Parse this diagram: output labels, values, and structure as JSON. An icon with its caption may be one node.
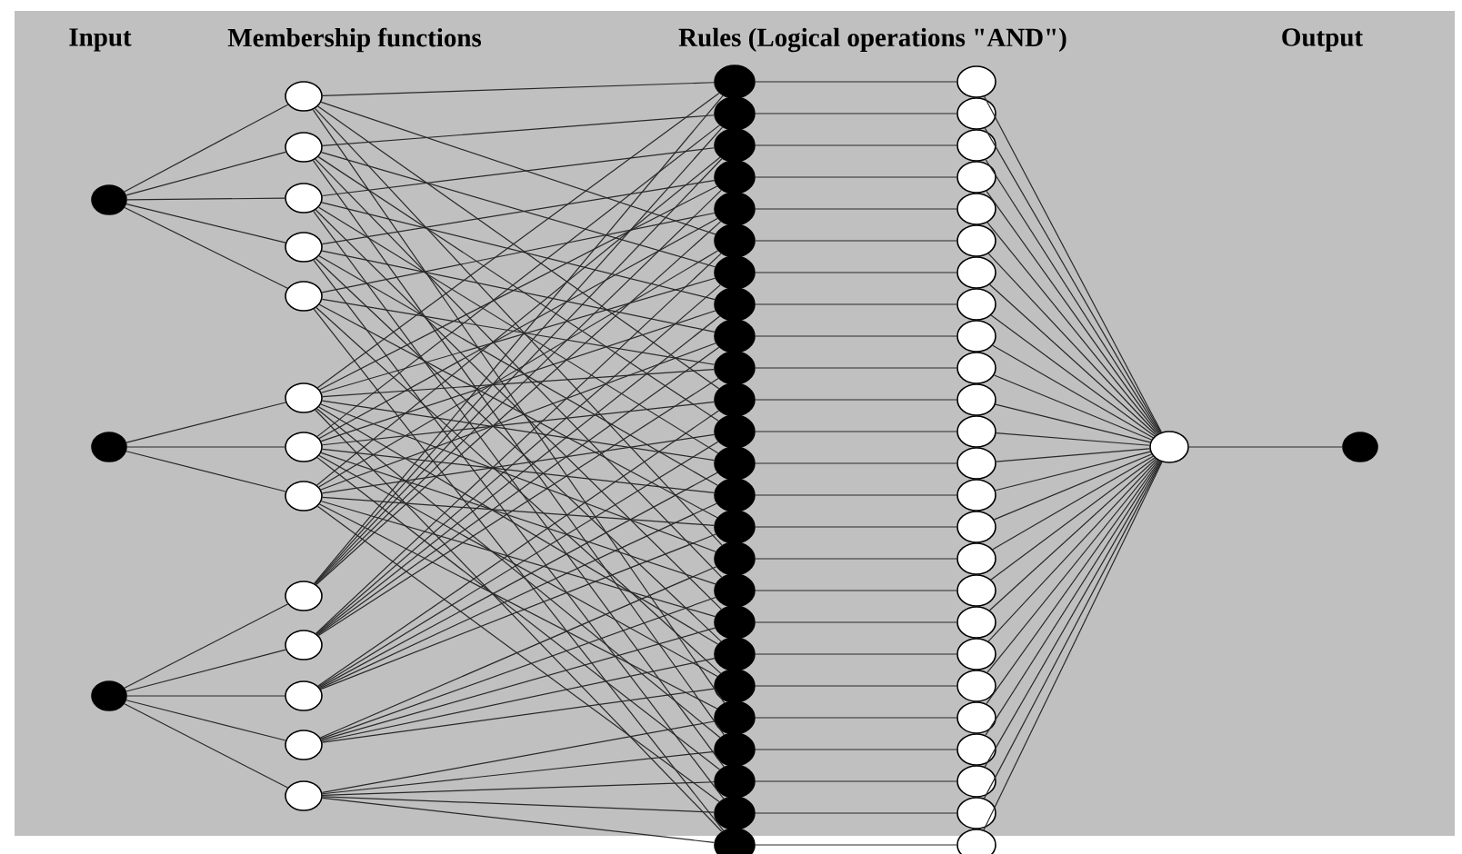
{
  "diagram": {
    "nodes": [
      {
        "text": [],
        "shape": "circle"
      },
      {
        "text": [],
        "shape": "circle"
      },
      {
        "text": [],
        "shape": "circle"
      },
      {
        "text": [],
        "shape": "circle"
      },
      {
        "text": [],
        "shape": "circle"
      },
      {
        "text": [],
        "shape": "circle"
      },
      {
        "text": [],
        "shape": "circle"
      },
      {
        "text": [],
        "shape": "circle"
      },
      {
        "text": [],
        "shape": "circle"
      },
      {
        "text": [],
        "shape": "circle"
      },
      {
        "text": [],
        "shape": "circle"
      },
      {
        "text": [],
        "shape": "circle"
      },
      {
        "text": [],
        "shape": "circle"
      },
      {
        "text": [],
        "shape": "circle"
      },
      {
        "text": [],
        "shape": "circle"
      },
      {
        "text": [],
        "shape": "circle"
      },
      {
        "text": [],
        "shape": "circle"
      },
      {
        "text": [],
        "shape": "circle"
      },
      {
        "text": [],
        "shape": "circle"
      },
      {
        "text": [],
        "shape": "circle"
      },
      {
        "text": [],
        "shape": "circle"
      },
      {
        "text": [],
        "shape": "circle"
      },
      {
        "text": [],
        "shape": "circle"
      },
      {
        "text": [],
        "shape": "circle"
      },
      {
        "text": [],
        "shape": "circle"
      },
      {
        "text": [],
        "shape": "circle"
      },
      {
        "text": [],
        "shape": "circle"
      },
      {
        "text": [],
        "shape": "circle"
      },
      {
        "text": [],
        "shape": "circle"
      },
      {
        "text": [],
        "shape": "circle"
      },
      {
        "text": [],
        "shape": "circle"
      },
      {
        "text": [],
        "shape": "circle"
      },
      {
        "text": [],
        "shape": "circle"
      },
      {
        "text": [],
        "shape": "circle"
      },
      {
        "text": [],
        "shape": "circle"
      },
      {
        "text": [],
        "shape": "circle"
      },
      {
        "text": [],
        "shape": "circle"
      },
      {
        "text": [],
        "shape": "circle"
      },
      {
        "text": [],
        "shape": "circle"
      },
      {
        "text": [],
        "shape": "circle"
      },
      {
        "text": [],
        "shape": "circle"
      },
      {
        "text": [],
        "shape": "circle"
      },
      {
        "text": [],
        "shape": "circle"
      },
      {
        "text": [],
        "shape": "circle"
      },
      {
        "text": [],
        "shape": "circle"
      },
      {
        "text": [],
        "shape": "circle"
      },
      {
        "text": [],
        "shape": "circle"
      },
      {
        "text": [],
        "shape": "circle"
      },
      {
        "text": [],
        "shape": "circle"
      },
      {
        "text": [],
        "shape": "circle"
      },
      {
        "text": [],
        "shape": "circle"
      },
      {
        "text": [],
        "shape": "circle"
      },
      {
        "text": [],
        "shape": "circle"
      },
      {
        "text": [],
        "shape": "circle"
      },
      {
        "text": [],
        "shape": "circle"
      },
      {
        "text": [],
        "shape": "circle"
      },
      {
        "text": [],
        "shape": "circle"
      },
      {
        "text": [],
        "shape": "circle"
      },
      {
        "text": [],
        "shape": "circle"
      },
      {
        "text": [],
        "shape": "circle"
      },
      {
        "text": [],
        "shape": "circle"
      },
      {
        "text": [],
        "shape": "circle"
      },
      {
        "text": [],
        "shape": "circle"
      },
      {
        "text": [],
        "shape": "circle"
      },
      {
        "text": [],
        "shape": "circle"
      },
      {
        "text": [],
        "shape": "circle"
      },
      {
        "text": [],
        "shape": "circle"
      },
      {
        "text": [],
        "shape": "circle"
      }
    ],
    "edges": [
      {
        "from": 0,
        "to": 3,
        "arrow": "none"
      },
      {
        "from": 0,
        "to": 4,
        "arrow": "none"
      },
      {
        "from": 0,
        "to": 5,
        "arrow": "none"
      },
      {
        "from": 0,
        "to": 6,
        "arrow": "none"
      },
      {
        "from": 0,
        "to": 7,
        "arrow": "none"
      },
      {
        "from": 1,
        "to": 8,
        "arrow": "none"
      },
      {
        "from": 1,
        "to": 9,
        "arrow": "none"
      },
      {
        "from": 1,
        "to": 10,
        "arrow": "none"
      },
      {
        "from": 2,
        "to": 11,
        "arrow": "none"
      },
      {
        "from": 2,
        "to": 12,
        "arrow": "none"
      },
      {
        "from": 2,
        "to": 13,
        "arrow": "none"
      },
      {
        "from": 2,
        "to": 14,
        "arrow": "none"
      },
      {
        "from": 2,
        "to": 15,
        "arrow": "none"
      },
      {
        "from": 3,
        "to": 16,
        "arrow": "none"
      },
      {
        "from": 8,
        "to": 16,
        "arrow": "none"
      },
      {
        "from": 11,
        "to": 16,
        "arrow": "none"
      },
      {
        "from": 4,
        "to": 17,
        "arrow": "none"
      },
      {
        "from": 9,
        "to": 17,
        "arrow": "none"
      },
      {
        "from": 11,
        "to": 17,
        "arrow": "none"
      },
      {
        "from": 5,
        "to": 18,
        "arrow": "none"
      },
      {
        "from": 10,
        "to": 18,
        "arrow": "none"
      },
      {
        "from": 11,
        "to": 18,
        "arrow": "none"
      },
      {
        "from": 6,
        "to": 19,
        "arrow": "none"
      },
      {
        "from": 8,
        "to": 19,
        "arrow": "none"
      },
      {
        "from": 11,
        "to": 19,
        "arrow": "none"
      },
      {
        "from": 7,
        "to": 20,
        "arrow": "none"
      },
      {
        "from": 9,
        "to": 20,
        "arrow": "none"
      },
      {
        "from": 11,
        "to": 20,
        "arrow": "none"
      },
      {
        "from": 3,
        "to": 21,
        "arrow": "none"
      },
      {
        "from": 10,
        "to": 21,
        "arrow": "none"
      },
      {
        "from": 12,
        "to": 21,
        "arrow": "none"
      },
      {
        "from": 4,
        "to": 22,
        "arrow": "none"
      },
      {
        "from": 8,
        "to": 22,
        "arrow": "none"
      },
      {
        "from": 12,
        "to": 22,
        "arrow": "none"
      },
      {
        "from": 5,
        "to": 23,
        "arrow": "none"
      },
      {
        "from": 9,
        "to": 23,
        "arrow": "none"
      },
      {
        "from": 12,
        "to": 23,
        "arrow": "none"
      },
      {
        "from": 6,
        "to": 24,
        "arrow": "none"
      },
      {
        "from": 10,
        "to": 24,
        "arrow": "none"
      },
      {
        "from": 12,
        "to": 24,
        "arrow": "none"
      },
      {
        "from": 7,
        "to": 25,
        "arrow": "none"
      },
      {
        "from": 8,
        "to": 25,
        "arrow": "none"
      },
      {
        "from": 12,
        "to": 25,
        "arrow": "none"
      },
      {
        "from": 3,
        "to": 26,
        "arrow": "none"
      },
      {
        "from": 9,
        "to": 26,
        "arrow": "none"
      },
      {
        "from": 13,
        "to": 26,
        "arrow": "none"
      },
      {
        "from": 4,
        "to": 27,
        "arrow": "none"
      },
      {
        "from": 10,
        "to": 27,
        "arrow": "none"
      },
      {
        "from": 13,
        "to": 27,
        "arrow": "none"
      },
      {
        "from": 5,
        "to": 28,
        "arrow": "none"
      },
      {
        "from": 8,
        "to": 28,
        "arrow": "none"
      },
      {
        "from": 13,
        "to": 28,
        "arrow": "none"
      },
      {
        "from": 6,
        "to": 29,
        "arrow": "none"
      },
      {
        "from": 9,
        "to": 29,
        "arrow": "none"
      },
      {
        "from": 13,
        "to": 29,
        "arrow": "none"
      },
      {
        "from": 7,
        "to": 30,
        "arrow": "none"
      },
      {
        "from": 10,
        "to": 30,
        "arrow": "none"
      },
      {
        "from": 13,
        "to": 30,
        "arrow": "none"
      },
      {
        "from": 3,
        "to": 31,
        "arrow": "none"
      },
      {
        "from": 8,
        "to": 31,
        "arrow": "none"
      },
      {
        "from": 14,
        "to": 31,
        "arrow": "none"
      },
      {
        "from": 4,
        "to": 32,
        "arrow": "none"
      },
      {
        "from": 9,
        "to": 32,
        "arrow": "none"
      },
      {
        "from": 14,
        "to": 32,
        "arrow": "none"
      },
      {
        "from": 5,
        "to": 33,
        "arrow": "none"
      },
      {
        "from": 10,
        "to": 33,
        "arrow": "none"
      },
      {
        "from": 14,
        "to": 33,
        "arrow": "none"
      },
      {
        "from": 6,
        "to": 34,
        "arrow": "none"
      },
      {
        "from": 8,
        "to": 34,
        "arrow": "none"
      },
      {
        "from": 14,
        "to": 34,
        "arrow": "none"
      },
      {
        "from": 7,
        "to": 35,
        "arrow": "none"
      },
      {
        "from": 9,
        "to": 35,
        "arrow": "none"
      },
      {
        "from": 14,
        "to": 35,
        "arrow": "none"
      },
      {
        "from": 3,
        "to": 36,
        "arrow": "none"
      },
      {
        "from": 10,
        "to": 36,
        "arrow": "none"
      },
      {
        "from": 15,
        "to": 36,
        "arrow": "none"
      },
      {
        "from": 4,
        "to": 37,
        "arrow": "none"
      },
      {
        "from": 8,
        "to": 37,
        "arrow": "none"
      },
      {
        "from": 15,
        "to": 37,
        "arrow": "none"
      },
      {
        "from": 5,
        "to": 38,
        "arrow": "none"
      },
      {
        "from": 9,
        "to": 38,
        "arrow": "none"
      },
      {
        "from": 15,
        "to": 38,
        "arrow": "none"
      },
      {
        "from": 6,
        "to": 39,
        "arrow": "none"
      },
      {
        "from": 10,
        "to": 39,
        "arrow": "none"
      },
      {
        "from": 15,
        "to": 39,
        "arrow": "none"
      },
      {
        "from": 7,
        "to": 40,
        "arrow": "none"
      },
      {
        "from": 8,
        "to": 40,
        "arrow": "none"
      },
      {
        "from": 15,
        "to": 40,
        "arrow": "none"
      },
      {
        "from": 16,
        "to": 41,
        "arrow": "none"
      },
      {
        "from": 17,
        "to": 42,
        "arrow": "none"
      },
      {
        "from": 18,
        "to": 43,
        "arrow": "none"
      },
      {
        "from": 19,
        "to": 44,
        "arrow": "none"
      },
      {
        "from": 20,
        "to": 45,
        "arrow": "none"
      },
      {
        "from": 21,
        "to": 46,
        "arrow": "none"
      },
      {
        "from": 22,
        "to": 47,
        "arrow": "none"
      },
      {
        "from": 23,
        "to": 48,
        "arrow": "none"
      },
      {
        "from": 24,
        "to": 49,
        "arrow": "none"
      },
      {
        "from": 25,
        "to": 50,
        "arrow": "none"
      },
      {
        "from": 26,
        "to": 51,
        "arrow": "none"
      },
      {
        "from": 27,
        "to": 52,
        "arrow": "none"
      },
      {
        "from": 28,
        "to": 53,
        "arrow": "none"
      },
      {
        "from": 29,
        "to": 54,
        "arrow": "none"
      },
      {
        "from": 30,
        "to": 55,
        "arrow": "none"
      },
      {
        "from": 31,
        "to": 56,
        "arrow": "none"
      },
      {
        "from": 32,
        "to": 57,
        "arrow": "none"
      },
      {
        "from": 33,
        "to": 58,
        "arrow": "none"
      },
      {
        "from": 34,
        "to": 59,
        "arrow": "none"
      },
      {
        "from": 35,
        "to": 60,
        "arrow": "none"
      },
      {
        "from": 36,
        "to": 61,
        "arrow": "none"
      },
      {
        "from": 37,
        "to": 62,
        "arrow": "none"
      },
      {
        "from": 38,
        "to": 63,
        "arrow": "none"
      },
      {
        "from": 39,
        "to": 64,
        "arrow": "none"
      },
      {
        "from": 40,
        "to": 65,
        "arrow": "none"
      },
      {
        "from": 41,
        "to": 66,
        "arrow": "none"
      },
      {
        "from": 42,
        "to": 66,
        "arrow": "none"
      },
      {
        "from": 43,
        "to": 66,
        "arrow": "none"
      },
      {
        "from": 44,
        "to": 66,
        "arrow": "none"
      },
      {
        "from": 45,
        "to": 66,
        "arrow": "none"
      },
      {
        "from": 46,
        "to": 66,
        "arrow": "none"
      },
      {
        "from": 47,
        "to": 66,
        "arrow": "none"
      },
      {
        "from": 48,
        "to": 66,
        "arrow": "none"
      },
      {
        "from": 49,
        "to": 66,
        "arrow": "none"
      },
      {
        "from": 50,
        "to": 66,
        "arrow": "none"
      },
      {
        "from": 51,
        "to": 66,
        "arrow": "none"
      },
      {
        "from": 52,
        "to": 66,
        "arrow": "none"
      },
      {
        "from": 53,
        "to": 66,
        "arrow": "none"
      },
      {
        "from": 54,
        "to": 66,
        "arrow": "none"
      },
      {
        "from": 55,
        "to": 66,
        "arrow": "none"
      },
      {
        "from": 56,
        "to": 66,
        "arrow": "none"
      },
      {
        "from": 57,
        "to": 66,
        "arrow": "none"
      },
      {
        "from": 58,
        "to": 66,
        "arrow": "none"
      },
      {
        "from": 59,
        "to": 66,
        "arrow": "none"
      },
      {
        "from": 60,
        "to": 66,
        "arrow": "none"
      },
      {
        "from": 61,
        "to": 66,
        "arrow": "none"
      },
      {
        "from": 62,
        "to": 66,
        "arrow": "none"
      },
      {
        "from": 63,
        "to": 66,
        "arrow": "none"
      },
      {
        "from": 64,
        "to": 66,
        "arrow": "none"
      },
      {
        "from": 65,
        "to": 66,
        "arrow": "none"
      },
      {
        "from": 66,
        "to": 67,
        "arrow": "none"
      }
    ],
    "labels": [
      "Input",
      "Membership functions",
      "Rules (Logical operations \"AND\")",
      "Output"
    ]
  }
}
